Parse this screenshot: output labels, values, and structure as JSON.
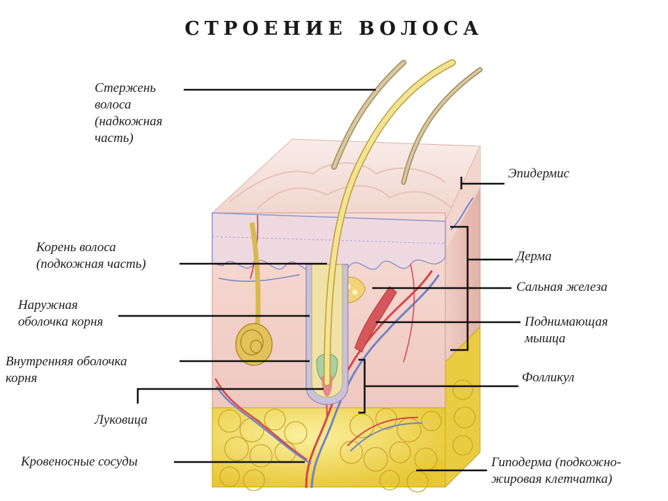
{
  "title": "СТРОЕНИЕ ВОЛОСА",
  "labels": {
    "shaft": [
      "Стержень",
      "волоса",
      "(надкожная",
      "часть)"
    ],
    "epidermis": "Эпидермис",
    "root": [
      "Корень волоса",
      "(подкожная часть)"
    ],
    "dermis": "Дерма",
    "sebaceous": "Сальная железа",
    "outer_sheath": [
      "Наружная",
      "оболочка корня"
    ],
    "arrector": [
      "Поднимающая",
      "мышца"
    ],
    "inner_sheath": [
      "Внутренняя оболочка",
      "корня"
    ],
    "follicle": "Фолликул",
    "bulb": "Луковица",
    "vessels": "Кровеносные сосуды",
    "hypodermis": [
      "Гиподерма (подкожно-",
      "жировая клетчатка)"
    ]
  },
  "colors": {
    "epidermis_top": "#f6e3dd",
    "dermis": "#f2cfc6",
    "fat": "#f3dc55",
    "hair": "#f1dd82",
    "artery": "#d8424a",
    "vein": "#6f82c8"
  }
}
